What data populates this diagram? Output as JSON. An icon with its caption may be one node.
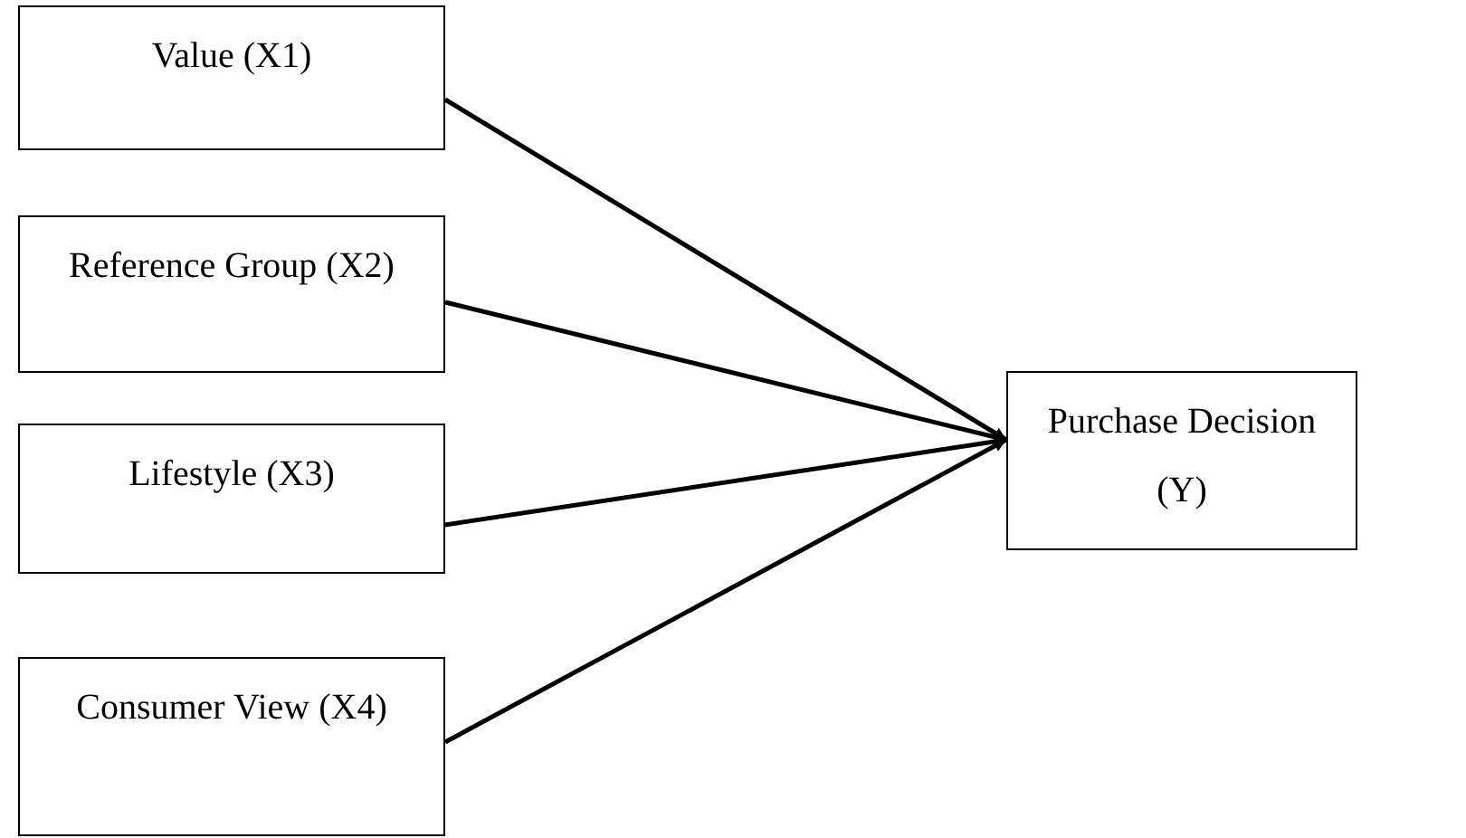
{
  "diagram": {
    "nodes": [
      {
        "text": [
          "Value (X1)"
        ]
      },
      {
        "text": [
          "Reference Group (X2)"
        ]
      },
      {
        "text": [
          "Lifestyle (X3)"
        ]
      },
      {
        "text": [
          "Consumer View (X4)"
        ]
      },
      {
        "text": [
          "Purchase Decision (Y)"
        ]
      }
    ],
    "edges": [
      {
        "from": 0,
        "to": 4,
        "arrow": "to"
      },
      {
        "from": 1,
        "to": 4,
        "arrow": "to"
      },
      {
        "from": 2,
        "to": 4,
        "arrow": "to"
      },
      {
        "from": 3,
        "to": 4,
        "arrow": "to"
      }
    ]
  }
}
